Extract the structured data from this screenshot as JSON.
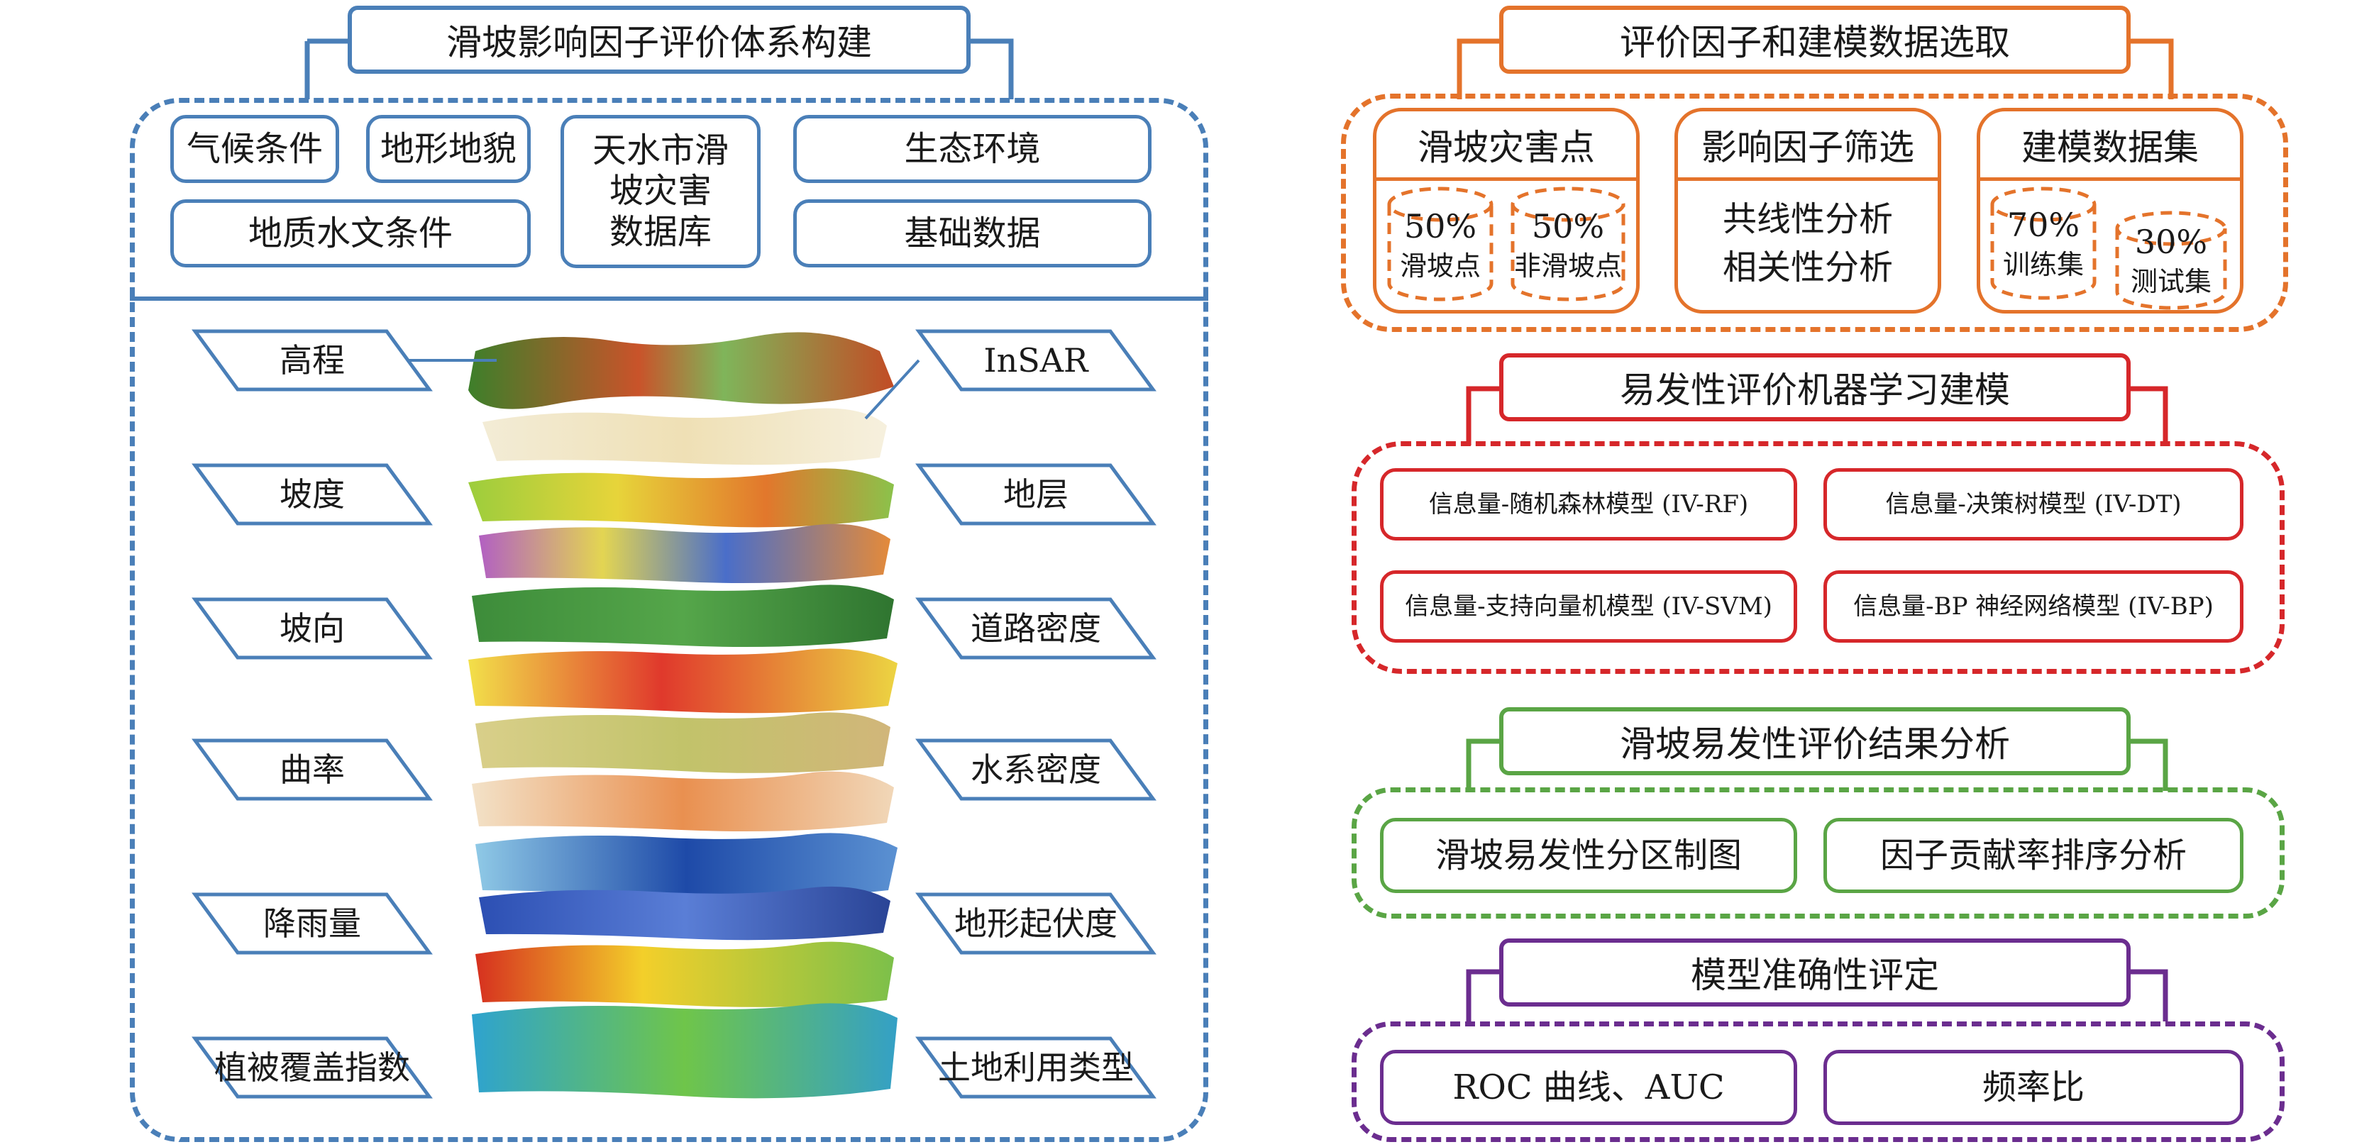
{
  "colors": {
    "blue": "#4a7fb8",
    "orange": "#e4732b",
    "red": "#d6272a",
    "green": "#5aa545",
    "purple": "#6b2d8f"
  },
  "left": {
    "title": "滑坡影响因子评价体系构建",
    "boxes": {
      "climate": "气候条件",
      "terrain": "地形地貌",
      "database": [
        "天水市滑",
        "坡灾害",
        "数据库"
      ],
      "ecology": "生态环境",
      "geology": "地质水文条件",
      "basic": "基础数据"
    },
    "factors_left": [
      "高程",
      "坡度",
      "坡向",
      "曲率",
      "降雨量",
      "植被覆盖指数"
    ],
    "factors_right": [
      "InSAR",
      "地层",
      "道路密度",
      "水系密度",
      "地形起伏度",
      "土地利用类型"
    ]
  },
  "s1": {
    "title": "评价因子和建模数据选取",
    "col1_title": "滑坡灾害点",
    "col1_a_pct": "50%",
    "col1_a_lbl": "滑坡点",
    "col1_b_pct": "50%",
    "col1_b_lbl": "非滑坡点",
    "col2_title": "影响因子筛选",
    "col2_line1": "共线性分析",
    "col2_line2": "相关性分析",
    "col3_title": "建模数据集",
    "col3_a_pct": "70%",
    "col3_a_lbl": "训练集",
    "col3_b_pct": "30%",
    "col3_b_lbl": "测试集"
  },
  "s2": {
    "title": "易发性评价机器学习建模",
    "m1": "信息量-随机森林模型 (IV-RF)",
    "m2": "信息量-决策树模型 (IV-DT)",
    "m3": "信息量-支持向量机模型 (IV-SVM)",
    "m4": "信息量-BP 神经网络模型 (IV-BP)"
  },
  "s3": {
    "title": "滑坡易发性评价结果分析",
    "b1": "滑坡易发性分区制图",
    "b2": "因子贡献率排序分析"
  },
  "s4": {
    "title": "模型准确性评定",
    "b1": "ROC 曲线、AUC",
    "b2": "频率比"
  }
}
